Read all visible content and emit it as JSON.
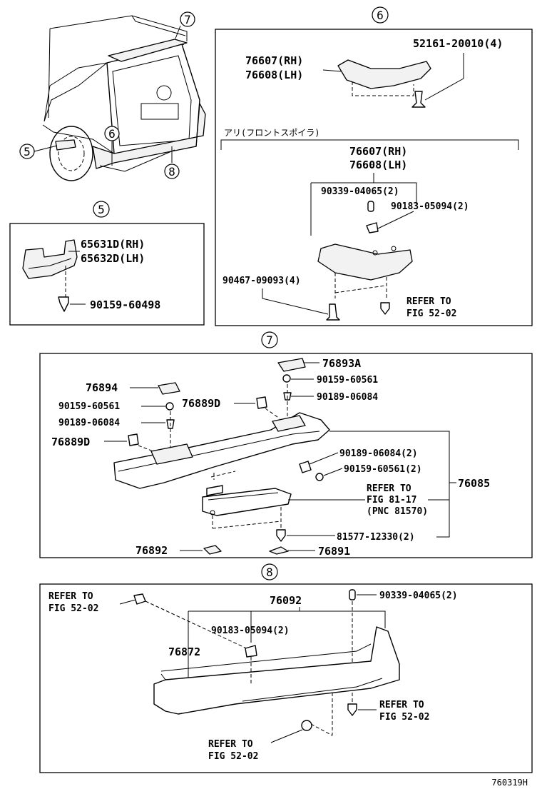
{
  "diagram_id": "760319H",
  "circles": {
    "c5": "5",
    "c6": "6",
    "c7": "7",
    "c8": "8"
  },
  "panel6": {
    "p1": "76607(RH)",
    "p2": "76608(LH)",
    "clip": "52161-20010(4)",
    "note": "アリ(フロントスポイラ)",
    "q1": "76607(RH)",
    "q2": "76608(LH)",
    "pin": "90339-04065(2)",
    "nut": "90183-05094(2)",
    "rivet": "90467-09093(4)",
    "refer1": "REFER TO",
    "refer2": "FIG 52-02"
  },
  "panel5": {
    "p1": "65631D(RH)",
    "p2": "65632D(LH)",
    "bolt": "90159-60498"
  },
  "panel7": {
    "cover_a": "76893A",
    "screw_a": "90159-60561",
    "clip_a": "90189-06084",
    "cover_b": "76894",
    "screw_b": "90159-60561",
    "clip_b": "90189-06084",
    "bracket_r": "76889D",
    "bracket_l": "76889D",
    "clip_c": "90189-06084(2)",
    "screw_c": "90159-60561(2)",
    "assy": "76085",
    "refer1": "REFER TO",
    "refer2": "FIG 81-17",
    "refer3": "(PNC 81570)",
    "bolt": "81577-12330(2)",
    "pad_l": "76892",
    "pad_r": "76891"
  },
  "panel8": {
    "refer_a1": "REFER TO",
    "refer_a2": "FIG 52-02",
    "assy": "76092",
    "pin": "90339-04065(2)",
    "nut": "90183-05094(2)",
    "part": "76872",
    "refer_b1": "REFER TO",
    "refer_b2": "FIG 52-02",
    "refer_c1": "REFER TO",
    "refer_c2": "FIG 52-02"
  }
}
